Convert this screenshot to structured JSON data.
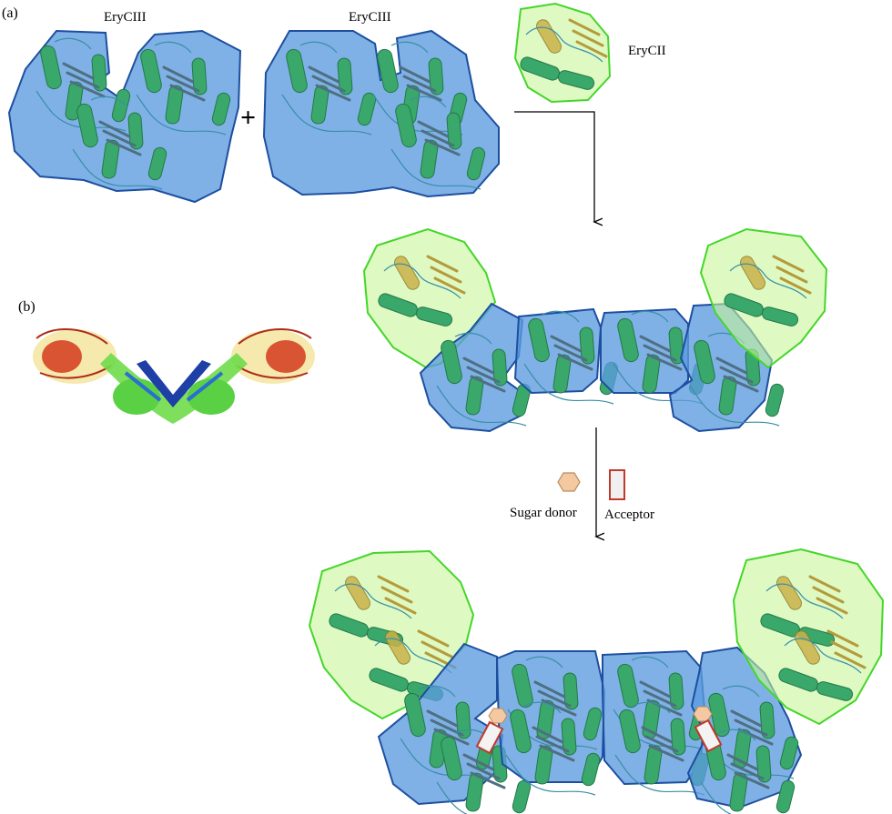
{
  "panel_labels": {
    "a": "(a)",
    "b": "(b)"
  },
  "proteins": {
    "erycIII_left": "EryCIII",
    "erycIII_right": "EryCIII",
    "erycII": "EryCII"
  },
  "operator": "+",
  "legend": {
    "sugar_donor": "Sugar donor",
    "acceptor": "Acceptor"
  },
  "colors": {
    "erycIII_fill": "#5b9bdf",
    "erycIII_outline": "#1d4fa0",
    "erycII_fill": "#c8f59a",
    "erycII_outline": "#45d62a",
    "helix": "#3aa86a",
    "sugar_donor_fill": "#f4c9a2",
    "acceptor_outline": "#c0392b"
  }
}
